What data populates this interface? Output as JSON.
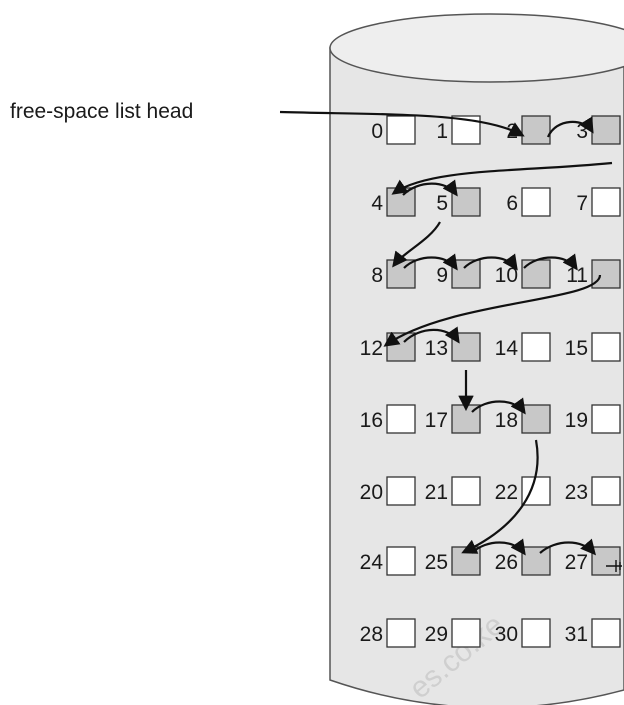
{
  "diagram": {
    "head_label": "free-space list head",
    "free_color": "#c8c8c8",
    "used_color": "#ffffff",
    "watermark": "es.co.ke",
    "blocks": [
      {
        "label": "0",
        "free": false
      },
      {
        "label": "1",
        "free": false
      },
      {
        "label": "2",
        "free": true
      },
      {
        "label": "3",
        "free": true
      },
      {
        "label": "4",
        "free": true
      },
      {
        "label": "5",
        "free": true
      },
      {
        "label": "6",
        "free": false
      },
      {
        "label": "7",
        "free": false
      },
      {
        "label": "8",
        "free": true
      },
      {
        "label": "9",
        "free": true
      },
      {
        "label": "10",
        "free": true
      },
      {
        "label": "11",
        "free": true
      },
      {
        "label": "12",
        "free": true
      },
      {
        "label": "13",
        "free": true
      },
      {
        "label": "14",
        "free": false
      },
      {
        "label": "15",
        "free": false
      },
      {
        "label": "16",
        "free": false
      },
      {
        "label": "17",
        "free": true
      },
      {
        "label": "18",
        "free": true
      },
      {
        "label": "19",
        "free": false
      },
      {
        "label": "20",
        "free": false
      },
      {
        "label": "21",
        "free": false
      },
      {
        "label": "22",
        "free": false
      },
      {
        "label": "23",
        "free": false
      },
      {
        "label": "24",
        "free": false
      },
      {
        "label": "25",
        "free": true
      },
      {
        "label": "26",
        "free": true
      },
      {
        "label": "27",
        "free": true
      },
      {
        "label": "28",
        "free": false
      },
      {
        "label": "29",
        "free": false
      },
      {
        "label": "30",
        "free": false
      },
      {
        "label": "31",
        "free": false
      }
    ],
    "list_order": [
      2,
      3,
      4,
      5,
      8,
      9,
      10,
      11,
      12,
      13,
      17,
      18,
      25,
      26,
      27
    ]
  }
}
